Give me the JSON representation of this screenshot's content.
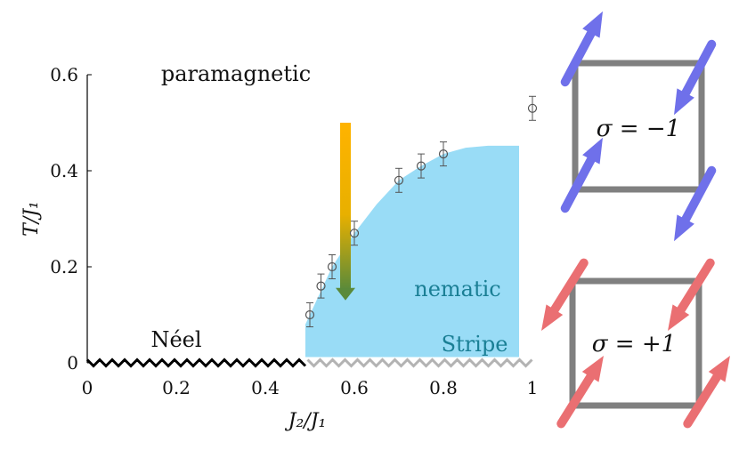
{
  "chart_data": {
    "type": "scatter",
    "xlabel": "J₂/J₁",
    "ylabel": "T/J₁",
    "xlim": [
      0,
      1
    ],
    "ylim": [
      0,
      0.6
    ],
    "xticks": [
      "0",
      "0.2",
      "0.4",
      "0.6",
      "0.8",
      "1"
    ],
    "yticks": [
      "0",
      "0.2",
      "0.4",
      "0.6"
    ],
    "xtick_values": [
      0,
      0.2,
      0.4,
      0.6,
      0.8,
      1
    ],
    "ytick_values": [
      0,
      0.2,
      0.4,
      0.6
    ],
    "grid": false,
    "series": [
      {
        "x": [
          0.5,
          0.525,
          0.55,
          0.6,
          0.7,
          0.75,
          0.8,
          1.0
        ],
        "y": [
          0.1,
          0.16,
          0.2,
          0.27,
          0.38,
          0.41,
          0.435,
          0.53
        ],
        "yerr": [
          0.025,
          0.025,
          0.025,
          0.025,
          0.025,
          0.025,
          0.025,
          0.025
        ]
      }
    ],
    "nematic_boundary": {
      "x": [
        0.49,
        0.5,
        0.55,
        0.6,
        0.65,
        0.7,
        0.75,
        0.8,
        0.85,
        0.9,
        0.97
      ],
      "y": [
        0.08,
        0.1,
        0.2,
        0.27,
        0.33,
        0.38,
        0.41,
        0.435,
        0.448,
        0.452,
        0.452
      ]
    },
    "nematic_xmax": 0.97,
    "neel_range": [
      0,
      0.495
    ],
    "stripe_range": [
      0.495,
      1.0
    ],
    "arrow": {
      "x": 0.58,
      "y_start": 0.5,
      "y_end": 0.13
    },
    "region_labels": {
      "paramagnetic": "paramagnetic",
      "nematic": "nematic",
      "neel": "Néel",
      "stripe": "Stripe"
    },
    "insets": [
      {
        "label": "σ = −1",
        "color": "#6f70ea"
      },
      {
        "label": "σ = +1",
        "color": "#ea6f72"
      }
    ]
  },
  "colors": {
    "nematic_fill": "#99dcf6",
    "nematic_text": "#1a7f95",
    "arrow_top": "#ffb300",
    "arrow_bottom": "#5a8a3a",
    "frame": "#808080",
    "neel_line": "#000000",
    "stripe_line": "#b3b3b3"
  }
}
